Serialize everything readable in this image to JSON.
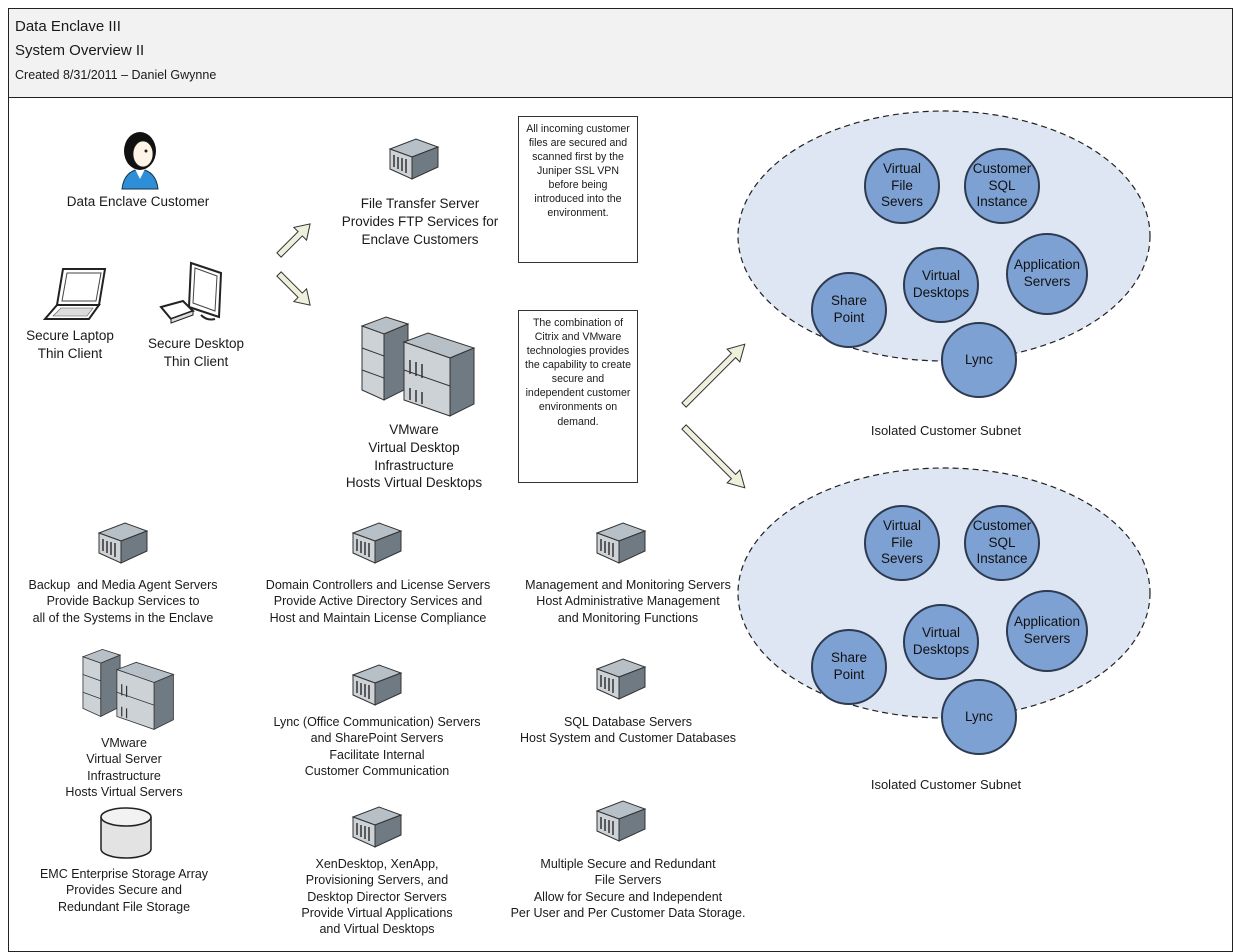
{
  "header": {
    "line1": "Data Enclave III",
    "line2": "System Overview II",
    "line3": "Created 8/31/2011 – Daniel Gwynne"
  },
  "labels": {
    "customer": "Data Enclave Customer",
    "laptop": "Secure Laptop\nThin Client",
    "desktop": "Secure Desktop\nThin Client",
    "file_transfer": "File Transfer Server\nProvides FTP Services for\nEnclave Customers",
    "vmware_vdi": "VMware\nVirtual Desktop\nInfrastructure\nHosts Virtual Desktops",
    "backup": "Backup  and Media Agent Servers\nProvide Backup Services to\nall of the Systems in the Enclave",
    "domain": "Domain Controllers and License Servers\nProvide Active Directory Services and\nHost and Maintain License Compliance",
    "management": "Management and Monitoring Servers\nHost Administrative Management\nand Monitoring Functions",
    "vmware_vsi": "VMware\nVirtual Server\nInfrastructure\nHosts Virtual Servers",
    "lync_sp": "Lync (Office Communication) Servers\nand SharePoint Servers\nFacilitate Internal\nCustomer Communication",
    "sql": "SQL Database Servers\nHost System and Customer Databases",
    "emc": "EMC Enterprise Storage Array\nProvides Secure and\nRedundant File Storage",
    "xen": "XenDesktop, XenApp,\nProvisioning Servers, and\nDesktop Director Servers\nProvide Virtual Applications\nand Virtual Desktops",
    "file_servers": "Multiple Secure and Redundant\nFile Servers\nAllow for Secure and Independent\nPer User and Per Customer Data Storage."
  },
  "notes": {
    "incoming": "All incoming customer files are secured and scanned first by the Juniper SSL VPN before being introduced into the environment.",
    "citrix": "The combination of Citrix and VMware technologies provides the capability to create secure and independent customer environments on demand."
  },
  "subnet": {
    "caption": "Isolated Customer Subnet",
    "virtual_file": "Virtual\nFile\nSevers",
    "customer_sql": "Customer\nSQL\nInstance",
    "virtual_desktops": "Virtual\nDesktops",
    "application_servers": "Application\nServers",
    "share_point": "Share\nPoint",
    "lync": "Lync"
  },
  "colors": {
    "circle_fill": "#7ea1d4",
    "subnet_fill": "#dde6f2",
    "server_body": "#8a949c",
    "arrow_fill": "#eff0dc"
  },
  "icons": {
    "server": "server-icon",
    "server_cluster": "server-cluster-icon",
    "laptop": "laptop-icon",
    "desktop": "desktop-computer-icon",
    "person": "person-icon",
    "storage": "storage-array-icon",
    "arrow": "block-arrow-icon"
  }
}
